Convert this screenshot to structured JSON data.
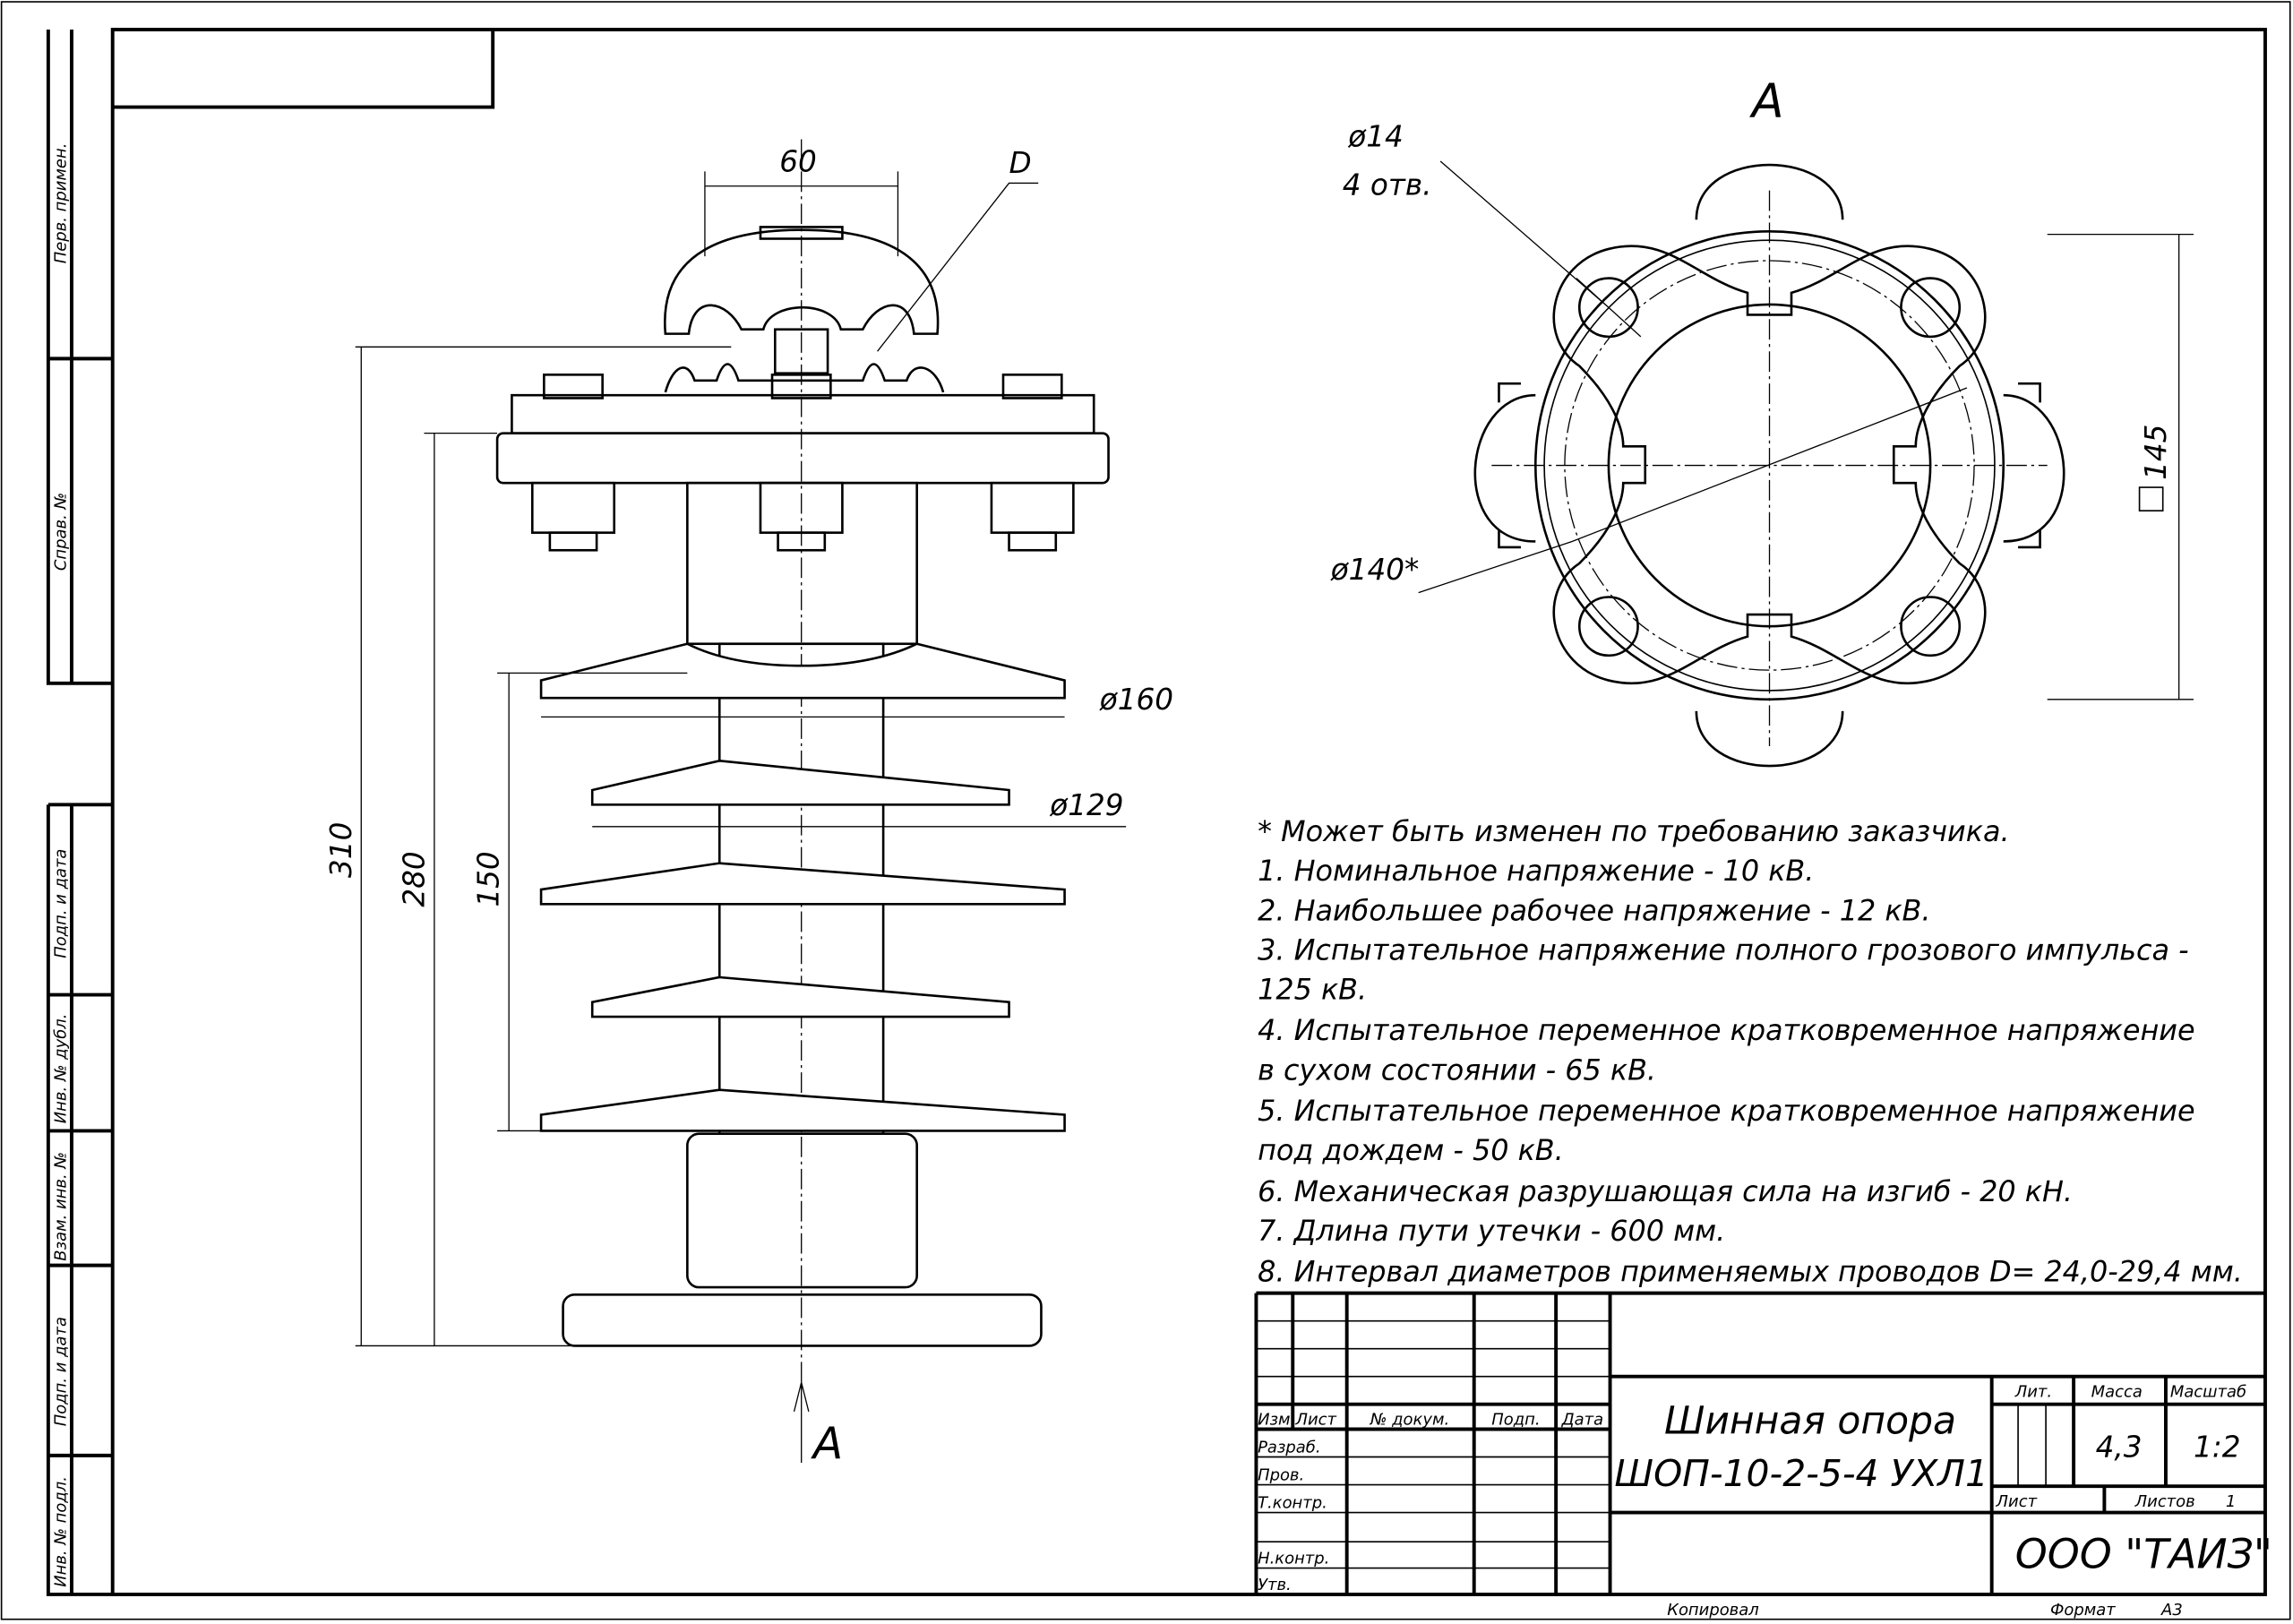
{
  "side_view": {
    "dims": {
      "width_top": "60",
      "wire": "D",
      "total_height": "310",
      "height_280": "280",
      "shed_height": "150",
      "dia_160": "ø160",
      "dia_129": "ø129"
    },
    "section_mark": "A"
  },
  "top_view": {
    "label": "A",
    "hole_dia": "ø14",
    "hole_count": "4 отв.",
    "circle_dia": "ø140*",
    "square": "145"
  },
  "notes": [
    "* Может быть изменен по требованию заказчика.",
    "1. Номинальное напряжение - 10 кВ.",
    "2. Наибольшее рабочее напряжение - 12 кВ.",
    "3. Испытательное напряжение полного грозового импульса -",
    "125 кВ.",
    "4. Испытательное переменное кратковременное напряжение",
    "в сухом состоянии - 65 кВ.",
    "5. Испытательное переменное кратковременное напряжение",
    "под дождем - 50 кВ.",
    "6. Механическая разрушающая сила на изгиб - 20 кН.",
    "7. Длина пути утечки - 600 мм.",
    "8. Интервал диаметров применяемых проводов D= 24,0-29,4 мм."
  ],
  "side_stamp": [
    "Перв. примен.",
    "Справ. №",
    "Подп. и дата",
    "Инв. № дубл.",
    "Взам. инв. №",
    "Подп. и дата",
    "Инв. № подл."
  ],
  "title_block": {
    "headers": [
      "Изм.",
      "Лист",
      "№ докум.",
      "Подп.",
      "Дата"
    ],
    "roles": [
      "Разраб.",
      "Пров.",
      "Т.контр.",
      "Н.контр.",
      "Утв."
    ],
    "title_line1": "Шинная опора",
    "title_line2": "ШОП-10-2-5-4 УХЛ1",
    "lit_label": "Лит.",
    "mass_label": "Масса",
    "scale_label": "Масштаб",
    "mass": "4,3",
    "scale": "1:2",
    "sheet_label": "Лист",
    "sheets_label": "Листов",
    "sheets": "1",
    "company": "ООО \"ТАИЗ\"",
    "copied": "Копировал",
    "format_label": "Формат",
    "format": "А3"
  }
}
